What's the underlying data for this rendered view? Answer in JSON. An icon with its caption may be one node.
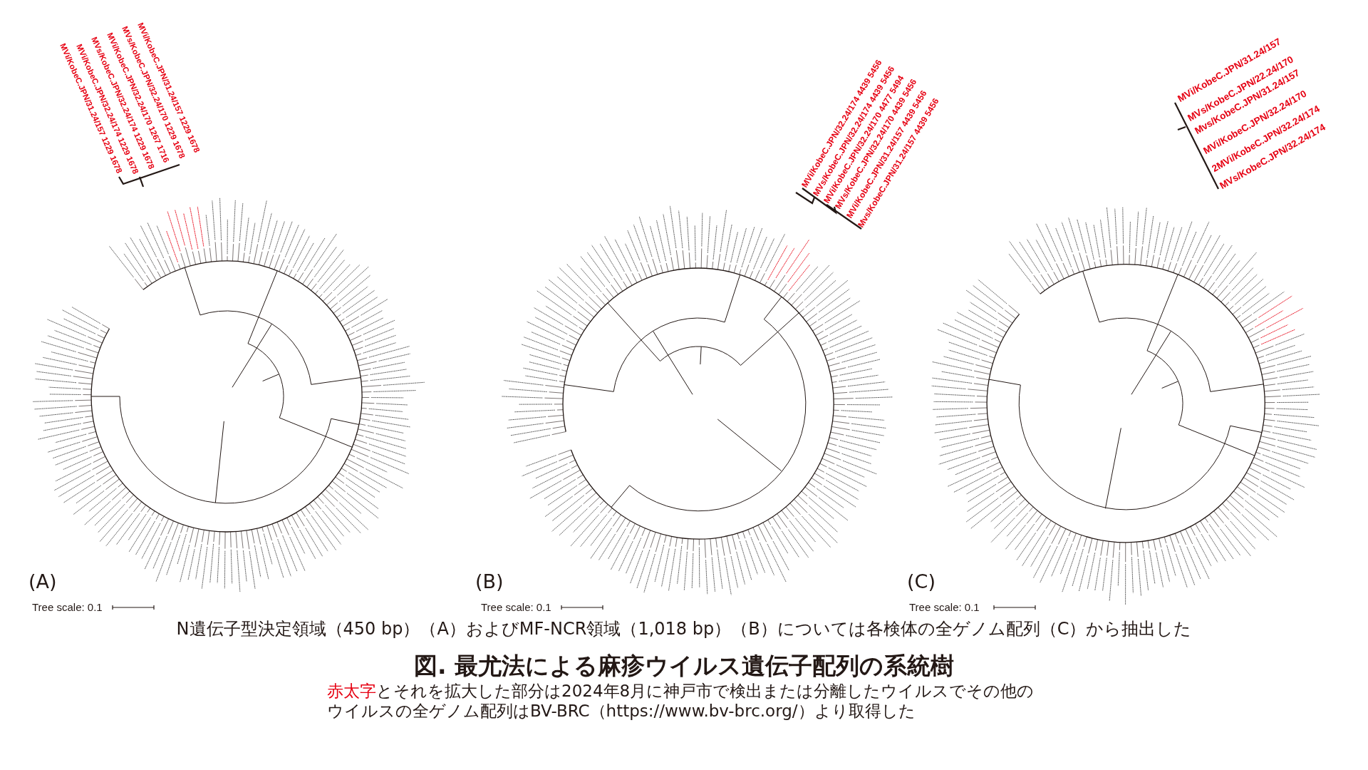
{
  "diagram": {
    "title": "図. 最尤法による麻疹ウイルス遺伝子配列の系統樹",
    "caption": "**赤太字**とそれを拡大した部分は2024年8月に神戸市で検出または分離したウイルスでその他のウイルスの全ゲノム配列はBV-BRC（https://www.bv-brc.org/）より取得した",
    "labels": [
      "MVi/KobeC.JPN/31.24/157 1229 1678",
      "MVi/KobeC.JPN/32.24/174 1229 1678",
      "MVs/KobeC.JPN/32.24/174 1229 1678",
      "MVi/KobeC.JPN/32.24/170 1267 1716",
      "MVs/KobeC.JPN/32.24/170 1229 1678",
      "MVi/KobeC.JPN/31.24/157 1229 1678",
      "MVi/KobeC.JPN/32.24/174 4439 5456",
      "MVs/KobeC.JPN/32.24/174 4439 5456",
      "MVi/KobeC.JPN/32.24/170 4477 5494",
      "MVs/KobeC.JPN/32.24/170 4439 5456",
      "MVi/KobeC.JPN/31.24/157 4439 5456",
      "Mvs/KobeC.JPN/31.24/157 4439 5456",
      "MVi/KobeC.JPN/31.24/157",
      "MVs/KobeC.JPN/22.24/170",
      "Mvs/KobeC.JPN/31.24/157",
      "MVi/KobeC.JPN/32.24/170",
      "2MVi/KobeC.JPN/32.24/174",
      "MVs/KobeC.JPN/32.24/174",
      "(A)",
      "(B)",
      "(C)",
      "Tree scale: 0.1",
      "Tree scale: 0.1",
      "Tree scale: 0.1",
      "N遺伝子型決定領域（450 bp）（A）およびMF-NCR領域（1,018 bp）（B）については各検体の全ゲノム配列（C）から抽出した"
    ]
  }
}
